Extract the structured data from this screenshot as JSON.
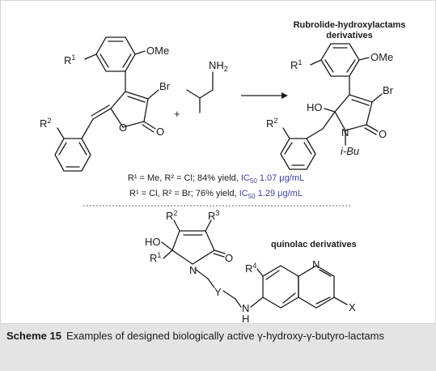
{
  "headings": {
    "product_line1": "Rubrolide-hydroxylactams",
    "product_line2": "derivatives",
    "quinolac": "quinolac derivatives"
  },
  "reactant": {
    "ome": "OMe",
    "r1": "R",
    "r1_sup": "1",
    "br": "Br",
    "o_ring": "O",
    "o_carbonyl": "O",
    "r2": "R",
    "r2_sup": "2"
  },
  "plus": "+",
  "amine": {
    "nh2": "NH",
    "nh2_sub": "2"
  },
  "product": {
    "ome": "OMe",
    "r1": "R",
    "r1_sup": "1",
    "br": "Br",
    "ho": "HO",
    "n": "N",
    "o": "O",
    "ibu": "i-Bu",
    "r2": "R",
    "r2_sup": "2"
  },
  "conditions": [
    {
      "text": "R¹ = Me, R² = Cl; 84% yield, ",
      "ic_label": "IC",
      "ic_sub": "50",
      "ic_value": " 1.07 μg/mL"
    },
    {
      "text": "R¹ = Cl, R² = Br; 76% yield, ",
      "ic_label": "IC",
      "ic_sub": "50",
      "ic_value": " 1.29 μg/mL"
    }
  ],
  "quinolac_structure": {
    "r2": "R",
    "r2_sup": "2",
    "r3": "R",
    "r3_sup": "3",
    "ho": "HO",
    "o": "O",
    "r1": "R",
    "r1_sup": "1",
    "n": "N",
    "y": "Y",
    "r4": "R",
    "r4_sup": "4",
    "n_quin": "N",
    "nh": "N",
    "h": "H",
    "x": "X"
  },
  "caption": {
    "label": "Scheme 15",
    "text": "Examples of designed biologically active γ-hydroxy-γ-butyro-lactams"
  },
  "colors": {
    "text": "#1a1a1a",
    "accent_blue": "#3b3fa6",
    "caption_bg": "#e4e4e4",
    "frame": "#d6d6d6"
  }
}
